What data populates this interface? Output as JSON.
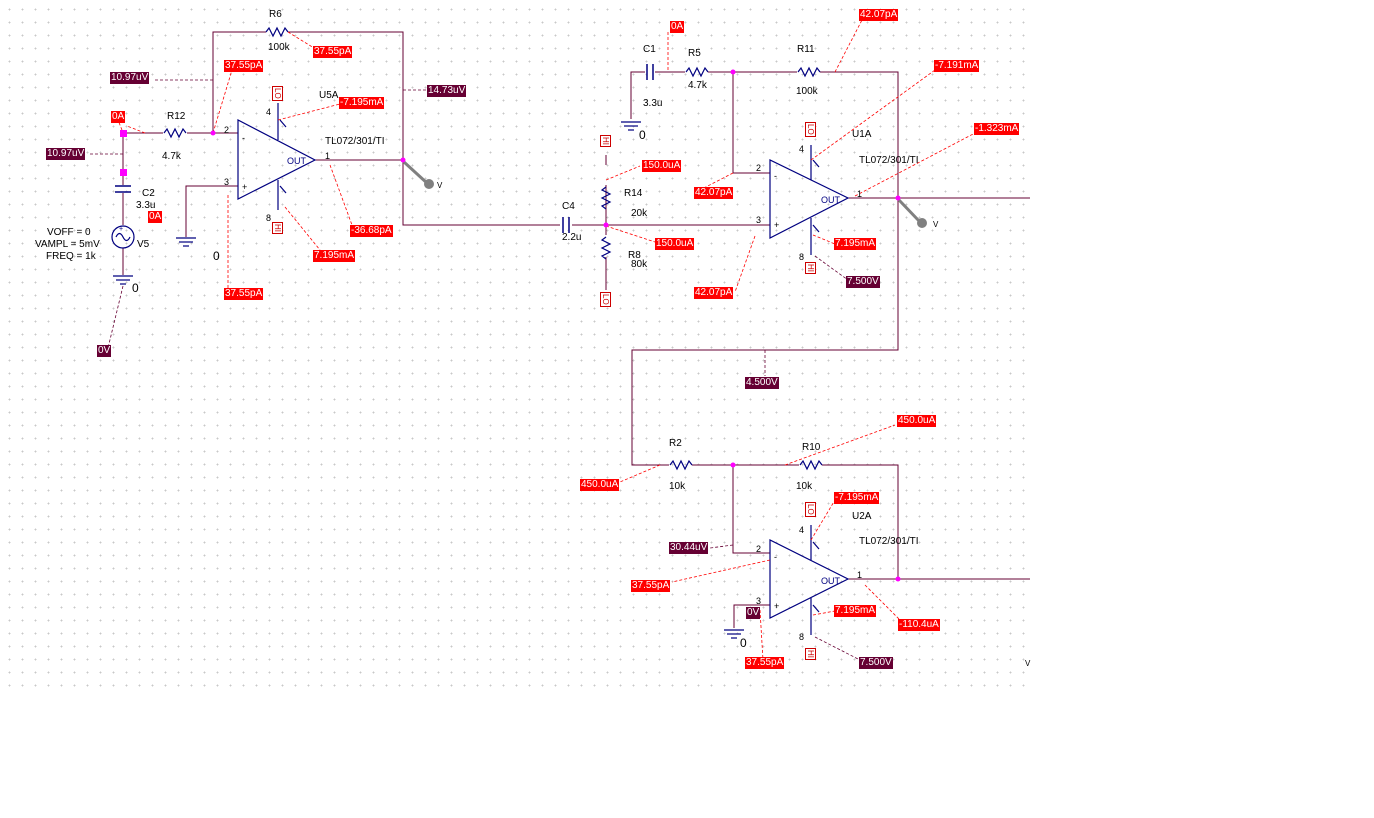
{
  "labels": {
    "r6": "R6",
    "r6_val": "100k",
    "r12": "R12",
    "r12_val": "4.7k",
    "c2": "C2",
    "c2_val": "3.3u",
    "u5a": "U5A",
    "u5a_part": "TL072/301/TI",
    "v5": "V5",
    "voff": "VOFF = 0",
    "vampl": "VAMPL = 5mV",
    "freq": "FREQ = 1k",
    "gnd_a": "0",
    "gnd_b": "0",
    "c1": "C1",
    "c1_val": "3.3u",
    "gnd_c": "0",
    "r5": "R5",
    "r5_val": "4.7k",
    "r11": "R11",
    "r11_val": "100k",
    "u1a": "U1A",
    "u1a_part": "TL072/301/TI",
    "r14": "R14",
    "r14_val": "20k",
    "r8": "R8",
    "r8_val": "80k",
    "c4": "C4",
    "c4_val": "2.2u",
    "r2": "R2",
    "r2_val": "10k",
    "r10": "R10",
    "r10_val": "10k",
    "u2a": "U2A",
    "u2a_part": "TL072/301/TI",
    "gnd_d": "0",
    "out": "OUT",
    "minus": "-",
    "plus": "+",
    "pin1": "1",
    "pin2": "2",
    "pin3": "3",
    "pin4": "4",
    "pin8": "8",
    "probe": "V",
    "hi": "HI",
    "lo": "LO",
    "lo_pin": "LO"
  },
  "probes": {
    "u5a_pin2_i": "37.55pA",
    "r6_i": "37.55pA",
    "node_left_v": "10.97uV",
    "u5a_v_neg": "-7.195mA",
    "u5a_out_v": "14.73uV",
    "src_top_i": "0A",
    "src_node_v": "10.97uV",
    "c2_i": "0A",
    "u5a_out_i": "-36.68pA",
    "u5a_v_pos": "7.195mA",
    "u5a_pin3_i": "37.55pA",
    "gnd_v": "0V",
    "c1_i": "0A",
    "r11_i": "42.07pA",
    "u1a_v_neg": "-7.191mA",
    "u1a_out_i": "-1.323mA",
    "r14_i": "150.0uA",
    "u1a_pin2_i": "42.07pA",
    "r8_i": "150.0uA",
    "u1a_pin3_i": "42.07pA",
    "u1a_v_pos": "7.195mA",
    "u1a_vcc": "7.500V",
    "bias_v": "4.500V",
    "r10_i": "450.0uA",
    "r2_i": "450.0uA",
    "u2a_v_neg": "-7.195mA",
    "u2a_in_v": "30.44uV",
    "u2a_pin2_i": "37.55pA",
    "u2a_pin3_v": "0V",
    "u2a_v_pos": "7.195mA",
    "u2a_out_i": "-110.4uA",
    "u2a_pin3_i": "37.55pA",
    "u2a_vcc": "7.500V"
  },
  "colors": {
    "wire": "#660033",
    "component": "#000080",
    "current_tag": "#ff0000",
    "voltage_tag": "#660033",
    "node": "#ff00ff",
    "probe": "#808080"
  }
}
